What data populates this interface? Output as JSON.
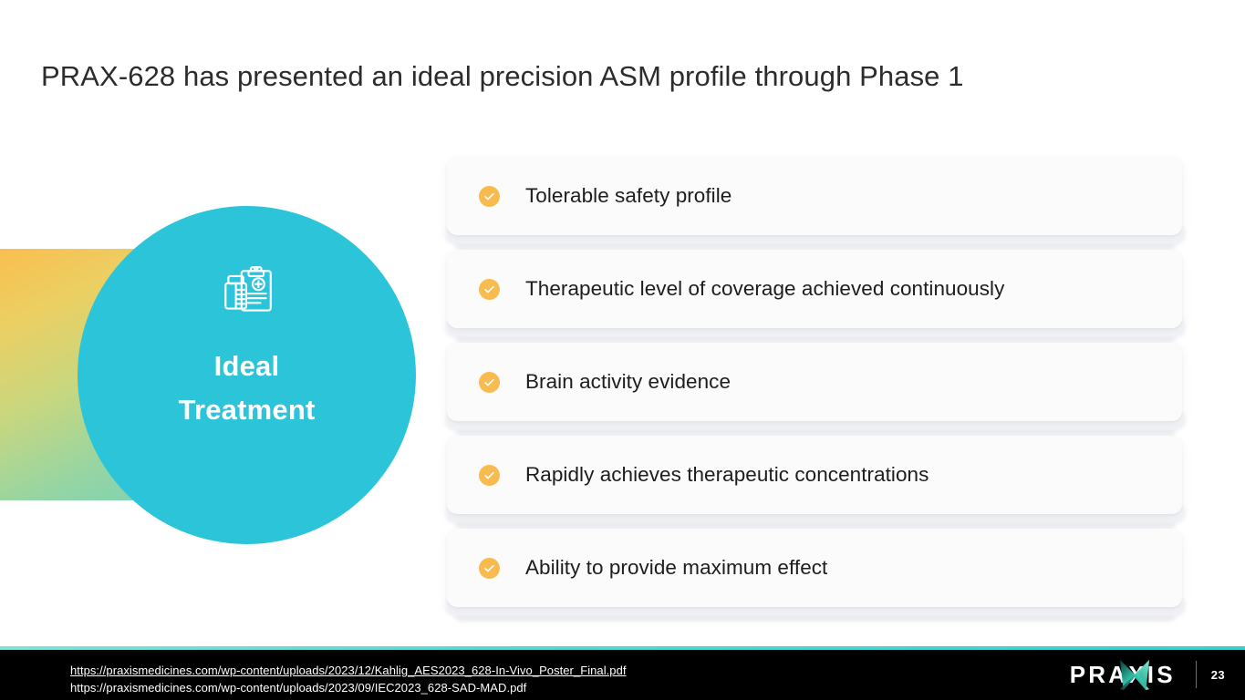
{
  "slide": {
    "title": "PRAX-628 has presented an ideal precision ASM profile through Phase 1",
    "page_number": "23"
  },
  "hero": {
    "icon_name": "clipboard-medical-icon",
    "label_line1": "Ideal",
    "label_line2": "Treatment",
    "circle_color": "#2BC4D8",
    "gradient_from": "#F9BF4E",
    "gradient_to": "#6FD1BD"
  },
  "checklist": {
    "check_color": "#F8BB4F",
    "items": [
      {
        "label": "Tolerable safety profile",
        "icon_name": "check-circle-icon"
      },
      {
        "label": "Therapeutic level of coverage achieved continuously",
        "icon_name": "check-circle-icon"
      },
      {
        "label": "Brain activity evidence",
        "icon_name": "check-circle-icon"
      },
      {
        "label": "Rapidly achieves therapeutic concentrations",
        "icon_name": "check-circle-icon"
      },
      {
        "label": "Ability to provide maximum effect",
        "icon_name": "check-circle-icon"
      }
    ]
  },
  "footer": {
    "accent_color": "#57D8D2",
    "background_color": "#000000",
    "links": [
      "https://praxismedicines.com/wp-content/uploads/2023/12/Kahlig_AES2023_628-In-Vivo_Poster_Final.pdf",
      "https://praxismedicines.com/wp-content/uploads/2023/09/IEC2023_628-SAD-MAD.pdf"
    ],
    "logo_text": "PRAXIS",
    "logo_prefix": "PRA",
    "logo_suffix": "IS",
    "logo_x_icon": "x-mark-icon"
  }
}
